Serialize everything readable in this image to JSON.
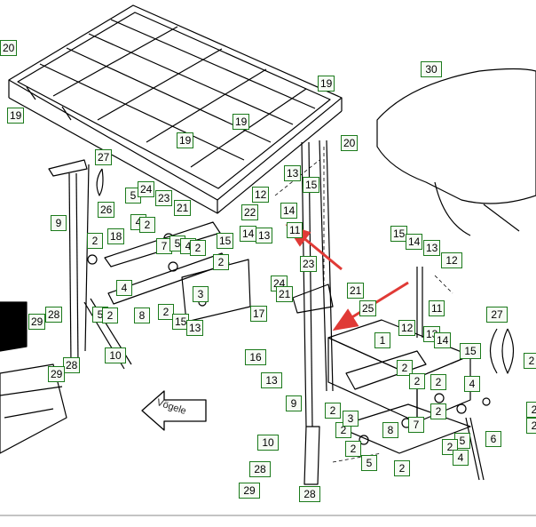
{
  "diagram": {
    "brand_label": "Vögele",
    "callouts": [
      "20",
      "19",
      "19",
      "19",
      "19",
      "20",
      "30",
      "27",
      "13",
      "15",
      "5",
      "24",
      "23",
      "21",
      "12",
      "26",
      "4",
      "2",
      "22",
      "14",
      "11",
      "9",
      "18",
      "7",
      "5",
      "4",
      "2",
      "2",
      "15",
      "14",
      "13",
      "23",
      "2",
      "24",
      "21",
      "21",
      "25",
      "8",
      "4",
      "3",
      "2",
      "15",
      "13",
      "17",
      "5",
      "11",
      "29",
      "28",
      "28",
      "29",
      "10",
      "2",
      "15",
      "14",
      "13",
      "12",
      "11",
      "12",
      "13",
      "14",
      "15",
      "27",
      "2",
      "1",
      "2",
      "16",
      "13",
      "2",
      "2",
      "2",
      "4",
      "9",
      "2",
      "3",
      "8",
      "7",
      "2",
      "5",
      "6",
      "2",
      "2",
      "2",
      "5",
      "4",
      "10",
      "28",
      "29",
      "28",
      "2",
      "2"
    ],
    "colors": {
      "line": "#000000",
      "callout_border": "#1c7a1c",
      "arrow": "#e03a36"
    }
  }
}
